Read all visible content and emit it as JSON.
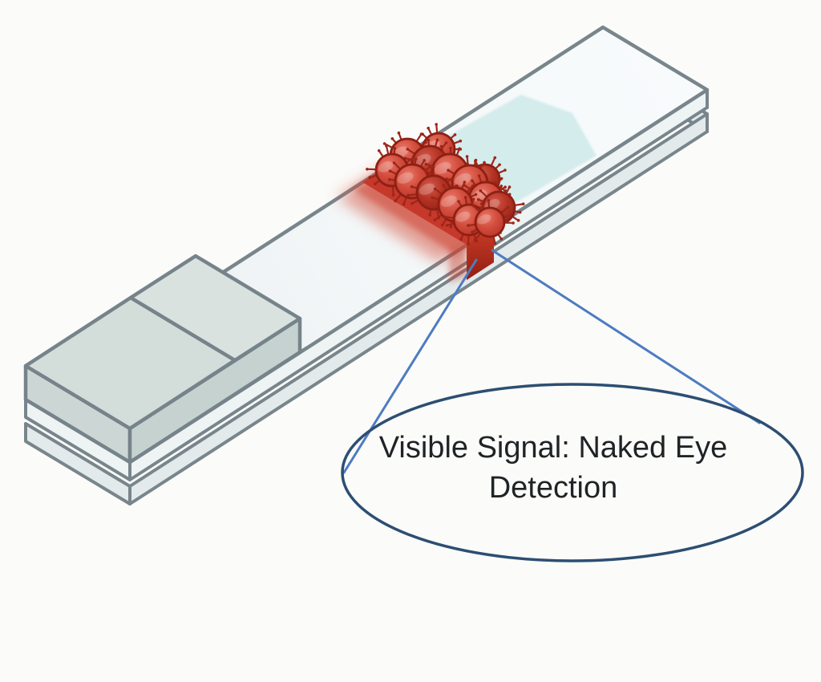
{
  "figure": {
    "background": "#fbfbf9",
    "strip": {
      "outline_color": "#78868c",
      "membrane_color": "#f0f4f6",
      "pad_color": "#d3ddda",
      "pad2_color": "#d9e2df",
      "side_color": "#eef3f4",
      "backing_color": "#e3eaec",
      "liquid_color": "#d5ecec",
      "test_line_color": "#c6382a"
    },
    "particles": {
      "fill": "#d44e3e",
      "stroke": "#8c2013",
      "spike_color": "#9d2619",
      "items": [
        [
          547,
          186,
          20
        ],
        [
          508,
          194,
          21
        ],
        [
          536,
          204,
          22
        ],
        [
          561,
          214,
          22
        ],
        [
          489,
          212,
          20
        ],
        [
          605,
          223,
          18
        ],
        [
          514,
          226,
          21
        ],
        [
          586,
          228,
          22
        ],
        [
          541,
          240,
          21
        ],
        [
          606,
          248,
          21
        ],
        [
          568,
          255,
          21
        ],
        [
          622,
          259,
          20
        ],
        [
          585,
          274,
          19
        ],
        [
          611,
          277,
          18
        ]
      ]
    },
    "callout": {
      "label_line1": "Visible Signal: Naked Eye",
      "label_line2": "Detection",
      "ellipse_color": "#2d4e72",
      "line_color": "#4d7cc1",
      "text_color": "#1f2326"
    }
  }
}
